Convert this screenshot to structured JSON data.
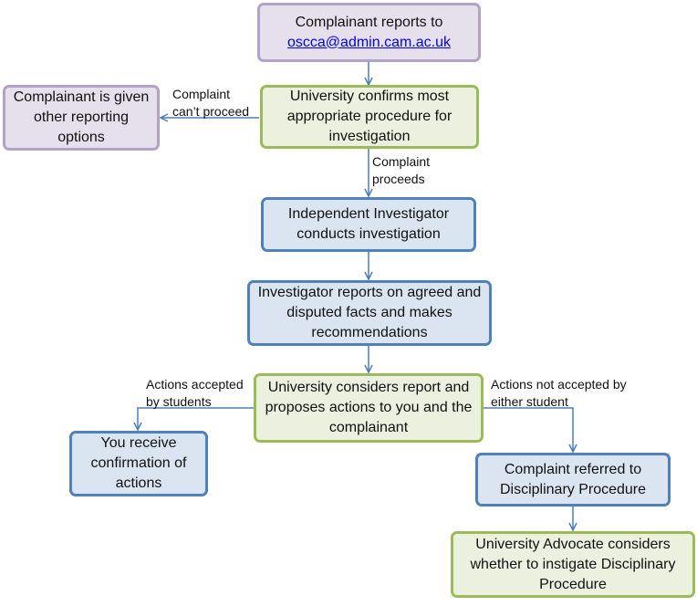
{
  "nodes": {
    "report": {
      "text": "Complainant reports to",
      "email": "oscca@admin.cam.ac.uk"
    },
    "other_options": {
      "text": "Complainant is given other reporting options"
    },
    "confirm": {
      "text": "University confirms most appropriate procedure for investigation"
    },
    "investigator": {
      "text": "Independent Investigator conducts investigation"
    },
    "reports": {
      "text": "Investigator reports on agreed and disputed facts and makes recommendations"
    },
    "considers": {
      "text": "University considers report and proposes actions to you and the complainant"
    },
    "receive": {
      "text": "You receive confirmation of actions"
    },
    "referred": {
      "text": "Complaint referred to Disciplinary Procedure"
    },
    "advocate": {
      "text": "University Advocate considers whether to instigate Disciplinary Procedure"
    }
  },
  "edge_labels": {
    "cant_proceed_1": "Complaint",
    "cant_proceed_2": "can’t proceed",
    "proceeds_1": "Complaint",
    "proceeds_2": "proceeds",
    "accepted_1": "Actions accepted",
    "accepted_2": "by students",
    "not_accepted_1": "Actions not accepted by",
    "not_accepted_2": "either student"
  },
  "colors": {
    "arrow": "#4a7ebb",
    "purple_fill": "#e6e0ec",
    "purple_border": "#b3a2c7",
    "green_fill": "#ebf1de",
    "green_border": "#9bbb59",
    "blue_fill": "#dbe5f1",
    "blue_border": "#4f81bd"
  }
}
